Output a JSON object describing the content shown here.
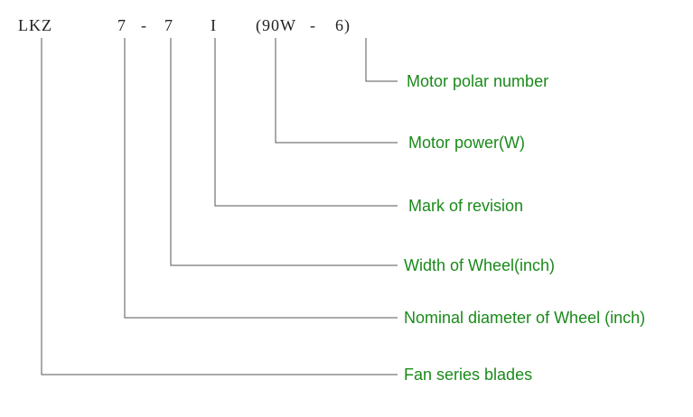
{
  "code_parts": {
    "series": "LKZ",
    "diameter": "7",
    "dash1": "-",
    "width": "7",
    "revision": "I",
    "power": "(90W",
    "dash2": "-",
    "poles": "6)"
  },
  "descriptions": {
    "motor_polar_number": "Motor polar number",
    "motor_power": "Motor power(W)",
    "mark_of_revision": "Mark of revision",
    "width_of_wheel": "Width of Wheel(inch)",
    "nominal_diameter": "Nominal diameter of Wheel (inch)",
    "fan_series": "Fan series blades"
  },
  "colors": {
    "label_text": "#1a8a1a",
    "code_text": "#222222",
    "leader_line": "#555555"
  }
}
